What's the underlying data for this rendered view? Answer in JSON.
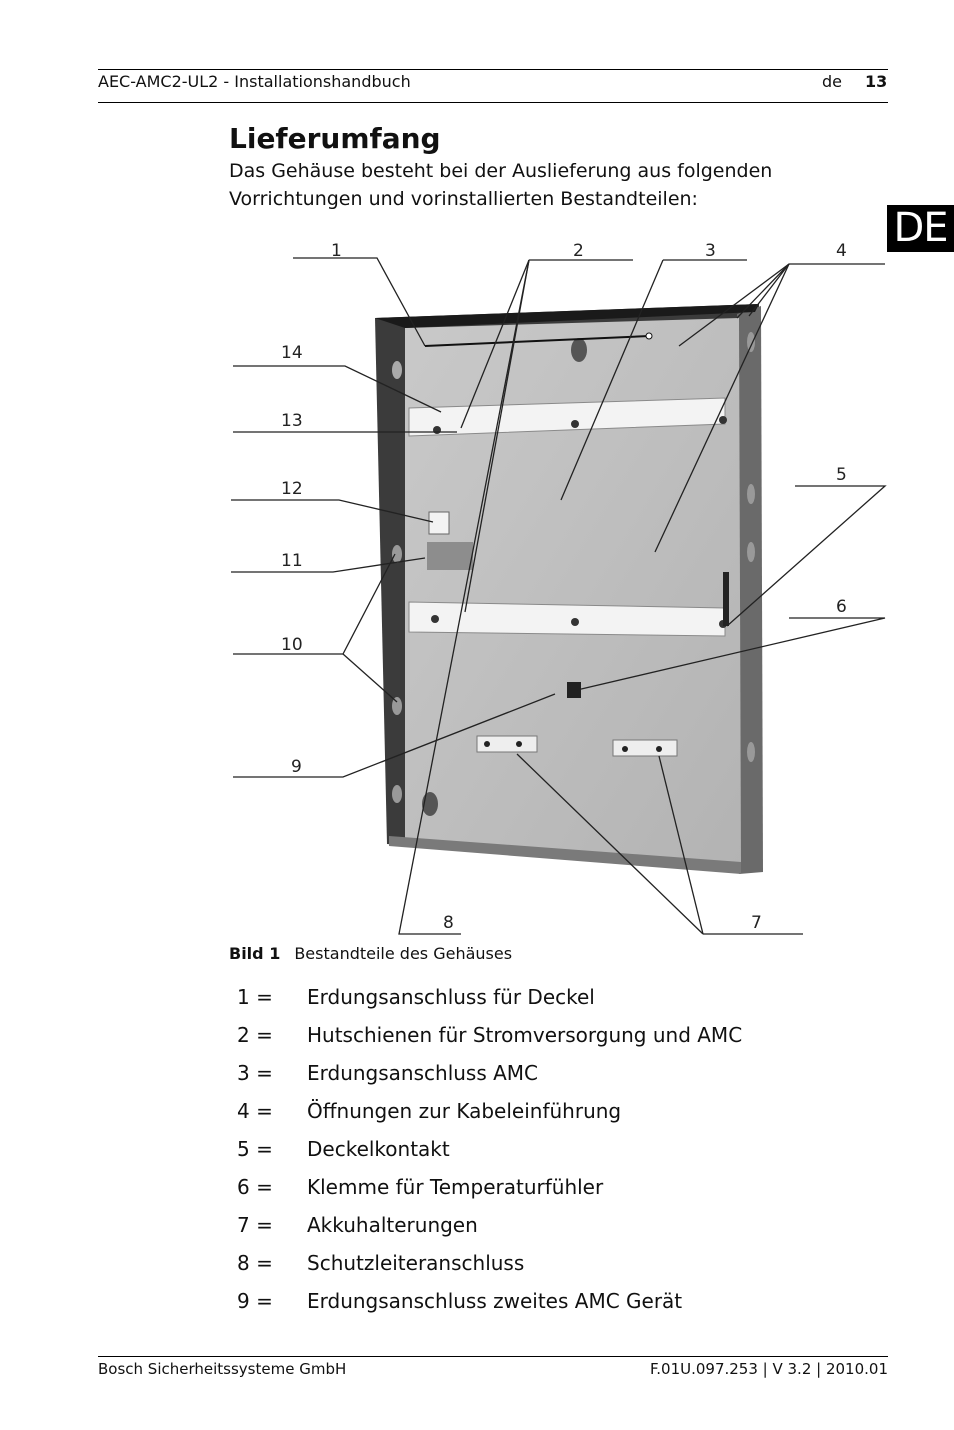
{
  "header": {
    "title": "AEC-AMC2-UL2 - Installationshandbuch",
    "lang": "de",
    "page": "13"
  },
  "side_tab": "DE",
  "section": {
    "title": "Lieferumfang",
    "intro": "Das Gehäuse besteht bei der Auslieferung aus folgenden Vorrichtungen und vorinstallierten Bestandteilen:"
  },
  "figure": {
    "callouts": [
      "1",
      "2",
      "3",
      "4",
      "5",
      "6",
      "7",
      "8",
      "9",
      "10",
      "11",
      "12",
      "13",
      "14"
    ],
    "caption_label": "Bild 1",
    "caption_text": "Bestandteile des Gehäuses"
  },
  "legend": [
    {
      "num": "1 =",
      "text": "Erdungsanschluss für Deckel"
    },
    {
      "num": "2 =",
      "text": "Hutschienen für Stromversorgung und AMC"
    },
    {
      "num": "3 =",
      "text": "Erdungsanschluss AMC"
    },
    {
      "num": "4 =",
      "text": "Öffnungen zur Kabeleinführung"
    },
    {
      "num": "5 =",
      "text": "Deckelkontakt"
    },
    {
      "num": "6 =",
      "text": "Klemme für Temperaturfühler"
    },
    {
      "num": "7 =",
      "text": "Akkuhalterungen"
    },
    {
      "num": "8 =",
      "text": "Schutzleiteranschluss"
    },
    {
      "num": "9 =",
      "text": "Erdungsanschluss zweites AMC Gerät"
    }
  ],
  "footer": {
    "left": "Bosch Sicherheitssysteme GmbH",
    "right": "F.01U.097.253 | V 3.2 | 2010.01"
  }
}
